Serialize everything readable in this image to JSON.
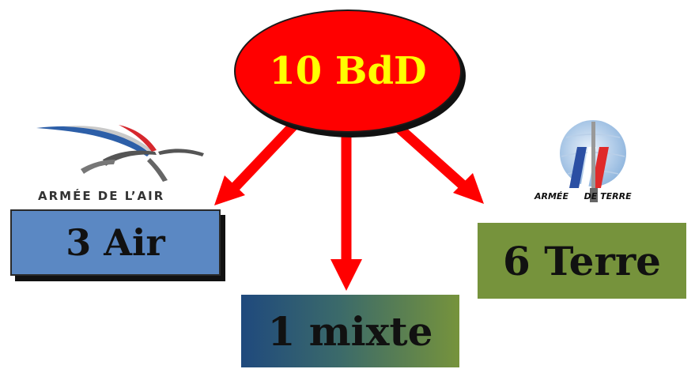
{
  "diagram": {
    "root": {
      "label": "10 BdD",
      "fill": "#ff0000",
      "text_color": "#ffff00"
    },
    "children": [
      {
        "id": "air",
        "label": "3 Air",
        "fill": "#5b88c3",
        "logo_text": "ARMÉE DE L’AIR",
        "logo_icon": "armee-de-lair-emblem-icon"
      },
      {
        "id": "mixte",
        "label": "1 mixte",
        "fill_from": "#1f497d",
        "fill_to": "#76933c"
      },
      {
        "id": "terre",
        "label": "6 Terre",
        "fill": "#76933c",
        "logo_text_left": "ARMÉE",
        "logo_text_right": "DE TERRE",
        "logo_icon": "armee-de-terre-emblem-icon"
      }
    ],
    "arrow_color": "#ff0000"
  }
}
